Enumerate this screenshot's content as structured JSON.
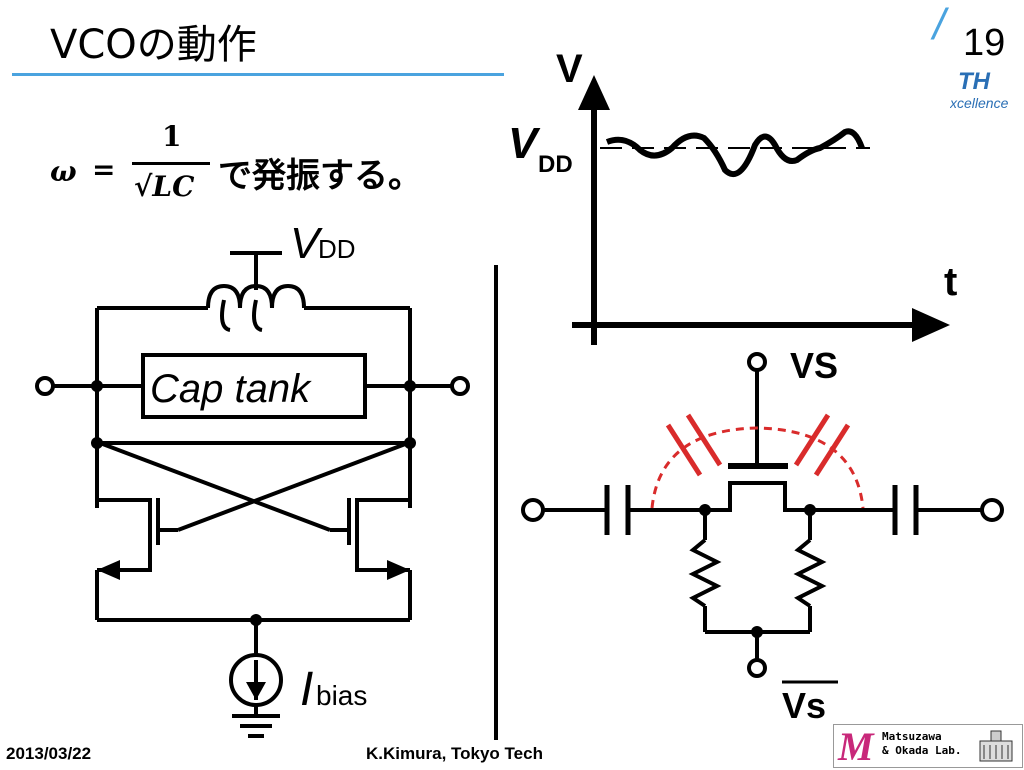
{
  "slide": {
    "title": "VCOの動作",
    "page_number": "19",
    "corner_mark": "/",
    "logo_fragment_a": "TH",
    "logo_fragment_b": "xcellence"
  },
  "formula": {
    "lhs": "ω",
    "equals": "=",
    "numerator": "1",
    "denominator": "√LC",
    "suffix": "で発振する。"
  },
  "circuit_left": {
    "vdd_label_v": "V",
    "vdd_label_sub": "DD",
    "cap_tank_label": "Cap tank",
    "ibias_label_i": "I",
    "ibias_label_sub": "bias"
  },
  "waveform": {
    "y_axis_label": "V",
    "x_axis_label": "t",
    "vdd_label_v": "V",
    "vdd_label_sub": "DD"
  },
  "circuit_right": {
    "vs_label": "VS",
    "vs_bar_label": "Vs"
  },
  "footer": {
    "date": "2013/03/22",
    "author": "K.Kimura, Tokyo Tech",
    "lab_line1": "Matsuzawa",
    "lab_line2": "& Okada Lab."
  },
  "colors": {
    "accent_rule": "#4aa3df",
    "varactor_red": "#d92b2b",
    "lab_logo_magenta": "#c8287a"
  }
}
